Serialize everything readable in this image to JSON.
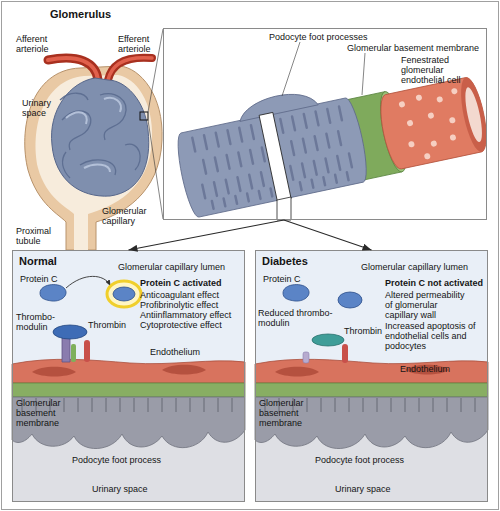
{
  "diagram": {
    "nodes": [
      {
        "text": [
          "Podocyte foot processes",
          "Glomerular basement membrane",
          "Fenestrated glomerular endothelial cell"
        ]
      },
      {
        "text": [
          "Normal"
        ]
      },
      {
        "text": [
          "Diabetes"
        ]
      }
    ],
    "edges": [
      {
        "from": 0,
        "to": 1,
        "arrow": "to"
      },
      {
        "from": 0,
        "to": 2,
        "arrow": "to"
      }
    ],
    "labels": [
      "Glomerulus",
      "Afferent arteriole",
      "Efferent arteriole",
      "Urinary space",
      "Proximal tubule",
      "Glomerular capillary",
      "Protein C",
      "Glomerular capillary lumen",
      "Thrombo- modulin",
      "Thrombin",
      "Protein C activated",
      "Anticoagulant effect",
      "Profibrinolytic effect",
      "Antiinflammatory effect",
      "Cytoprotective effect",
      "Endothelium",
      "Glomerular basement membrane",
      "Podocyte foot process",
      "Urinary space",
      "Protein C",
      "Glomerular capillary lumen",
      "Reduced thrombo- modulin",
      "Protein C not activated",
      "Altered permeability of glomerular capillary wall",
      "Increased apoptosis of endothelial cells and podocytes",
      "Thrombin",
      "Endothelium",
      "Glomerular basement membrane",
      "Podocyte foot process",
      "Urinary space"
    ]
  }
}
